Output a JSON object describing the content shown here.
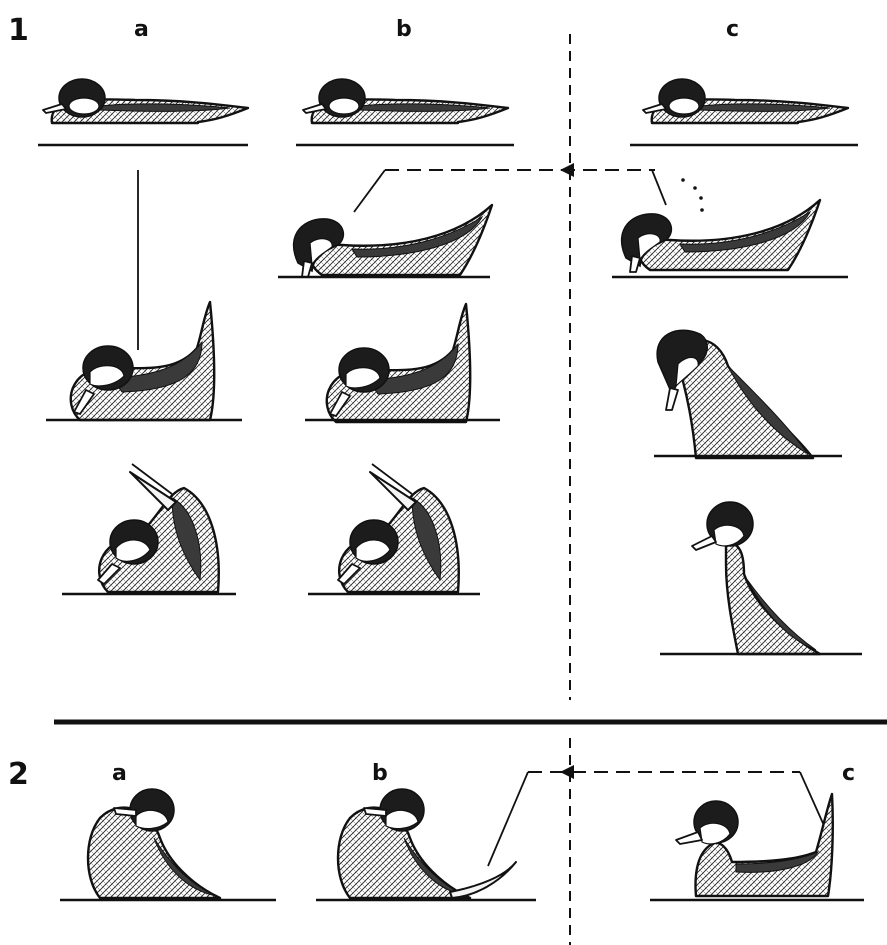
{
  "figure": {
    "panel_1": {
      "number": "1",
      "columns": [
        {
          "label": "a"
        },
        {
          "label": "b"
        },
        {
          "label": "c"
        }
      ]
    },
    "panel_2": {
      "number": "2",
      "columns": [
        {
          "label": "a"
        },
        {
          "label": "b"
        },
        {
          "label": "c"
        }
      ]
    }
  },
  "colors": {
    "ink": "#111111",
    "paper": "#ffffff"
  }
}
